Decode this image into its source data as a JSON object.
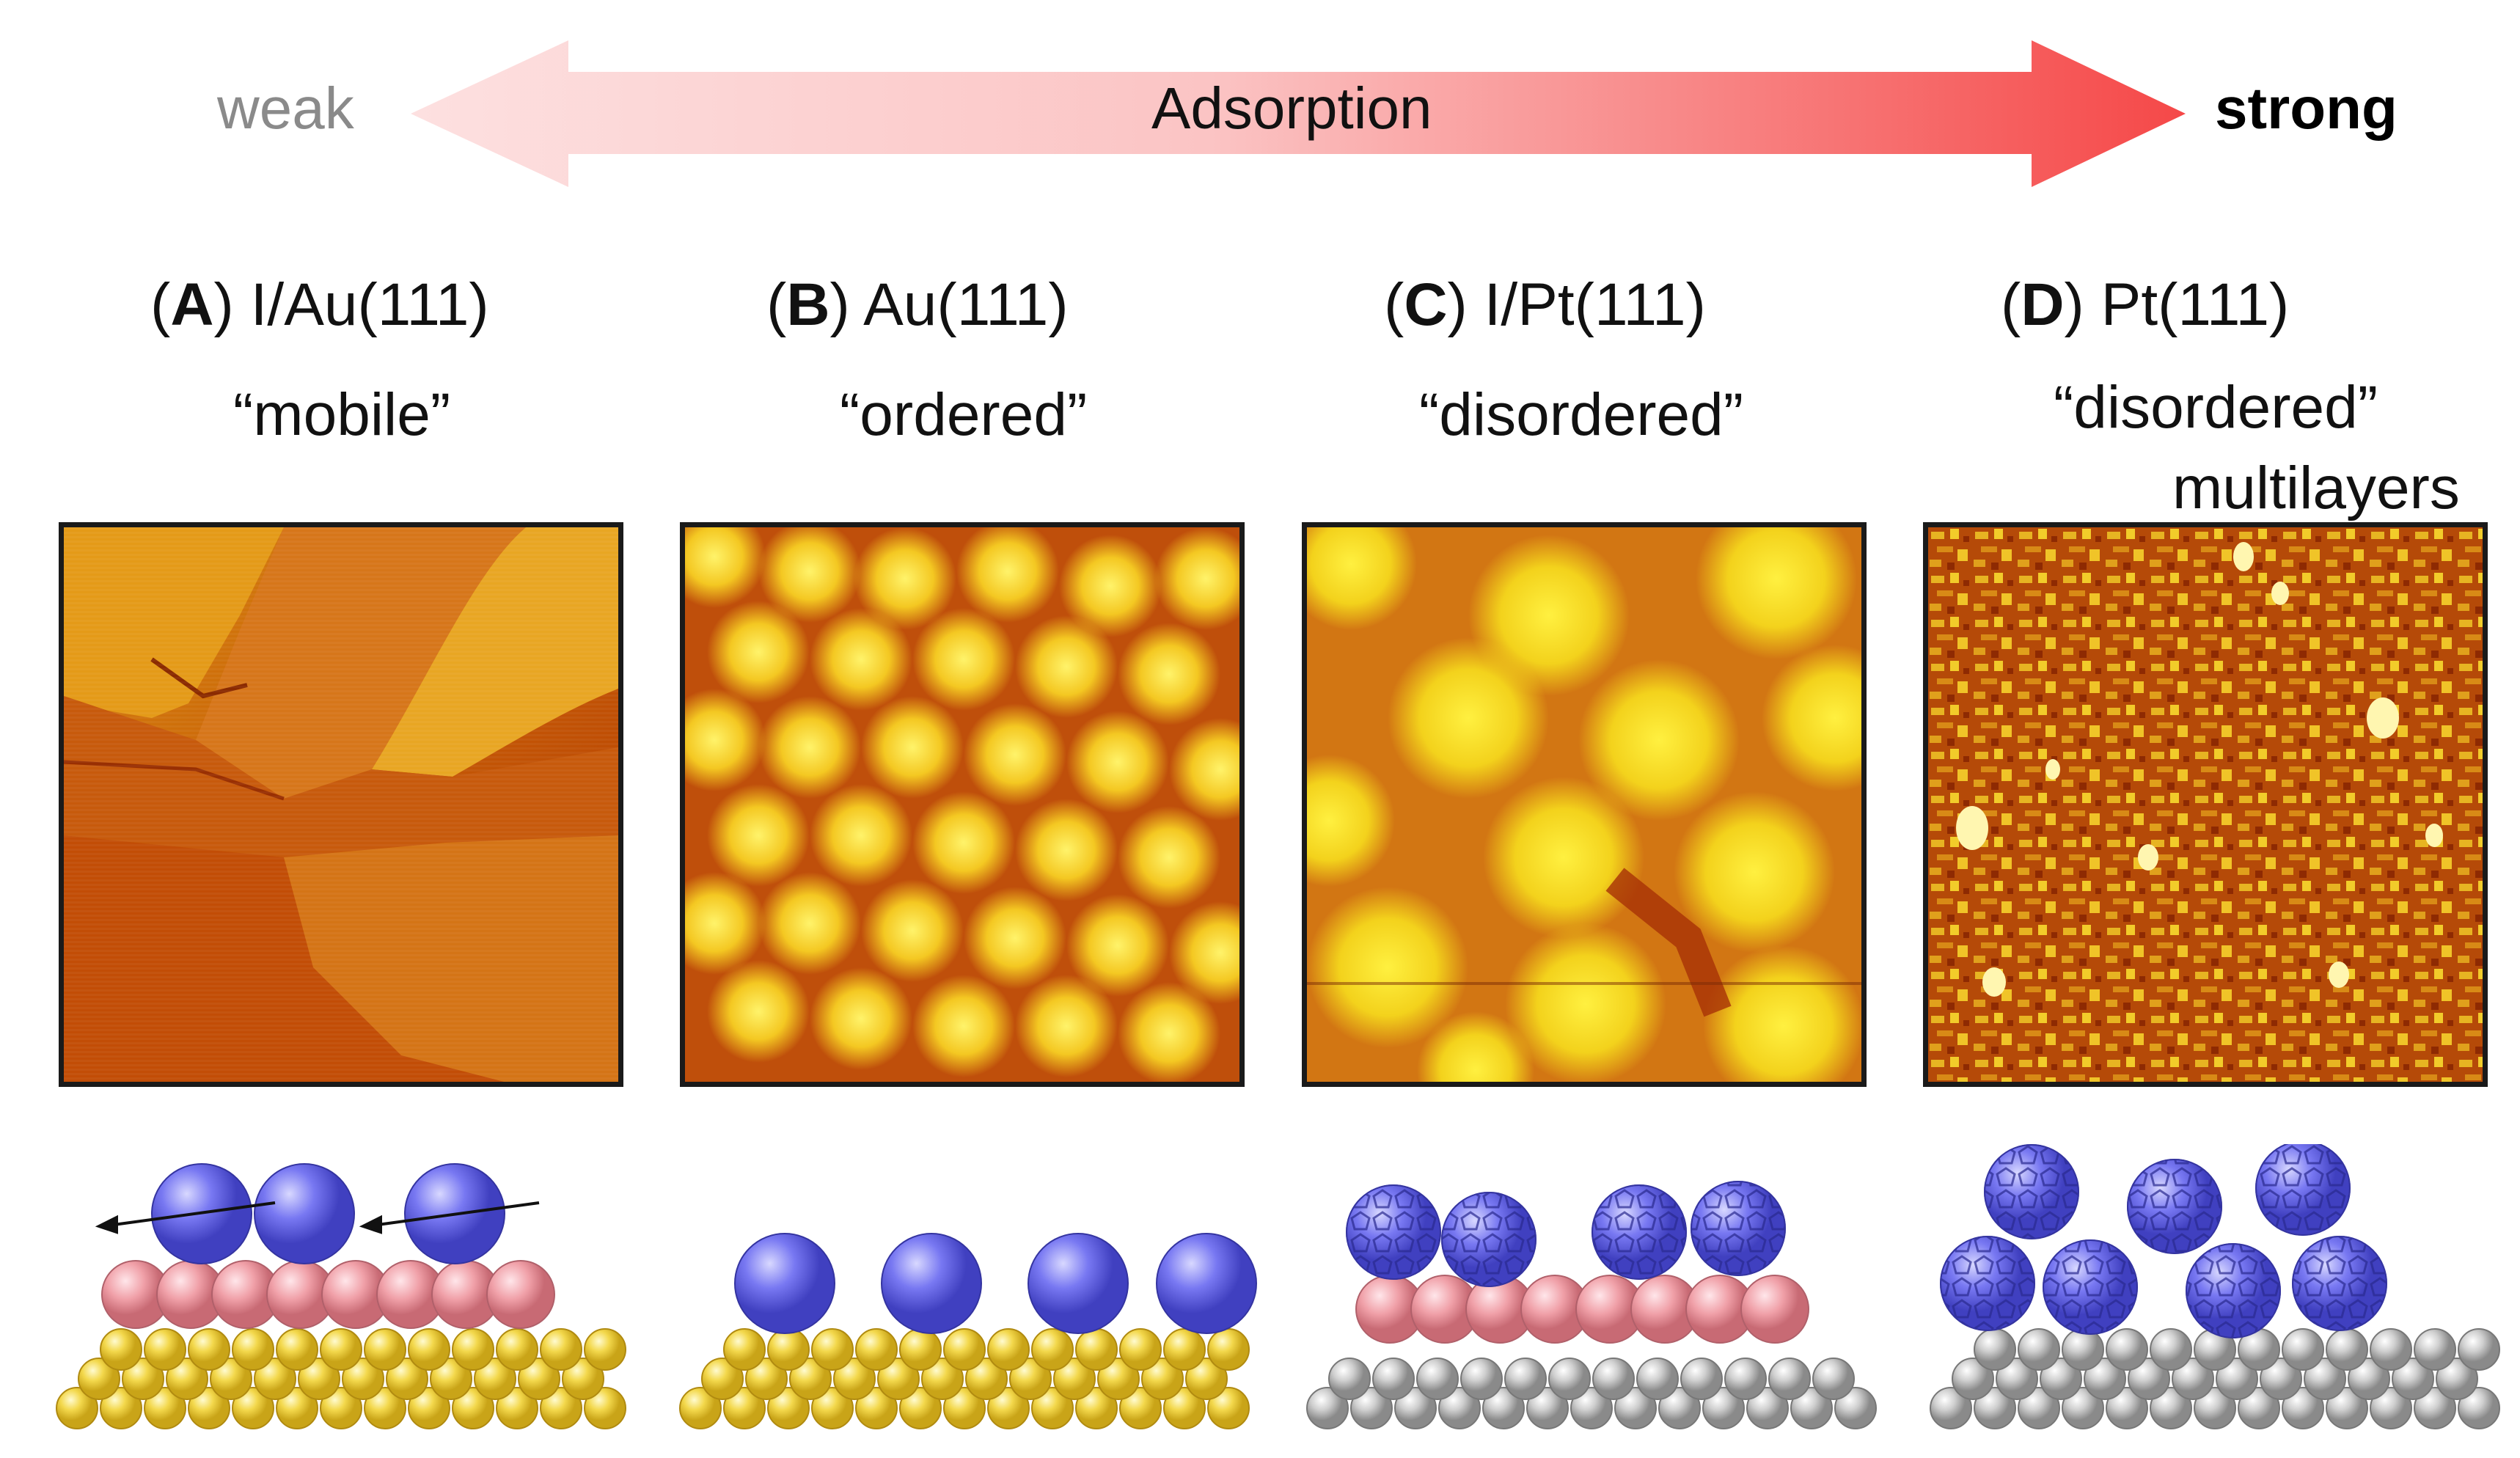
{
  "scale": {
    "weak": "weak",
    "strong": "strong",
    "arrow_label": "Adsorption"
  },
  "panels": [
    {
      "letter": "A",
      "title": "I/Au(111)",
      "description": "“mobile”"
    },
    {
      "letter": "B",
      "title": "Au(111)",
      "description": "“ordered”"
    },
    {
      "letter": "C",
      "title": "I/Pt(111)",
      "description": "“disordered”"
    },
    {
      "letter": "D",
      "title": "Pt(111)",
      "description": "“disordered”",
      "description_line2": "multilayers"
    }
  ],
  "colors": {
    "arrow_light": "#fbd3d3",
    "arrow_dark": "#f54b4b",
    "stm_dark": "#a82a00",
    "stm_bright": "#f5e600",
    "gold_atom": "#f2d44a",
    "platinum_atom": "#c8c8c8",
    "iodine_atom": "#f0a0a8",
    "molecule": "#6f6ff0"
  }
}
